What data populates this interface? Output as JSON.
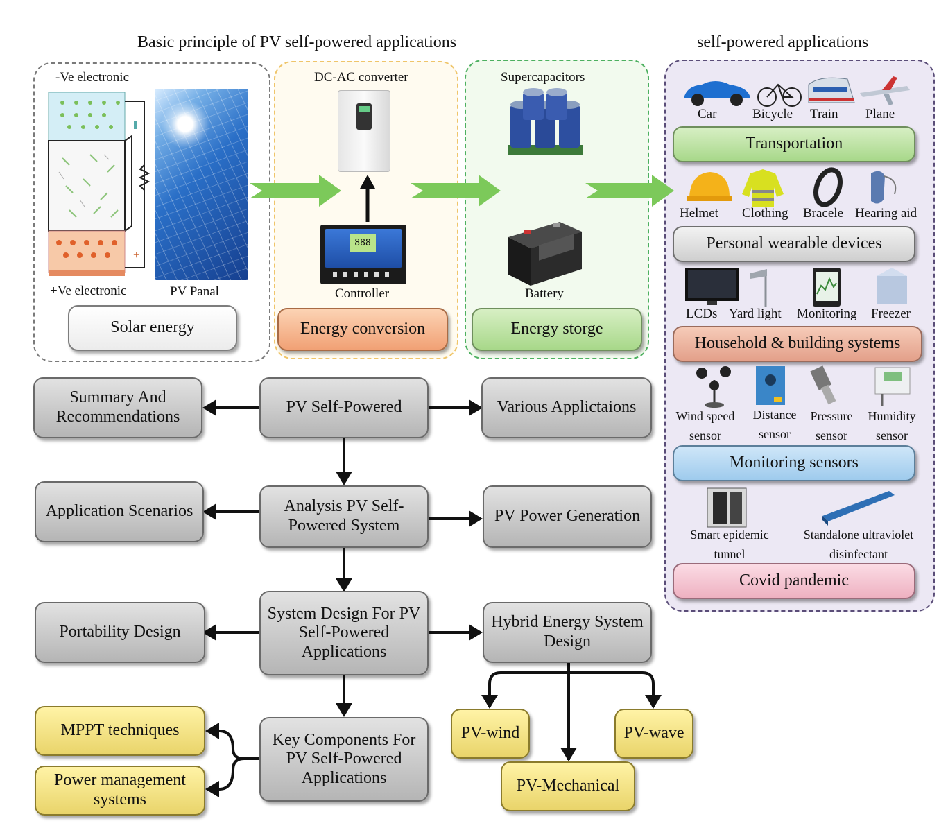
{
  "titles": {
    "left": "Basic principle of PV self-powered applications",
    "right": "self-powered applications"
  },
  "principle": {
    "neg_electronic": "-Ve electronic",
    "pos_electronic": "+Ve electronic",
    "pv_panal": "PV Panal",
    "solar_energy": "Solar energy",
    "dcac": "DC-AC converter",
    "controller": "Controller",
    "energy_conversion": "Energy conversion",
    "supercaps": "Supercapacitors",
    "battery": "Battery",
    "energy_storage": "Energy storge",
    "controller_display": "888"
  },
  "applications": {
    "transport_items": [
      "Car",
      "Bicycle",
      "Train",
      "Plane"
    ],
    "transportation": "Transportation",
    "wearable_items": [
      "Helmet",
      "Clothing",
      "Bracele",
      "Hearing aid"
    ],
    "wearable": "Personal wearable devices",
    "household_items": [
      "LCDs",
      "Yard light",
      "Monitoring",
      "Freezer"
    ],
    "household": "Household & building systems",
    "sensor_items": [
      "Wind speed sensor",
      "Distance sensor",
      "Pressure sensor",
      "Humidity sensor"
    ],
    "monitoring": "Monitoring sensors",
    "covid_items": [
      "Smart epidemic tunnel",
      "Standalone ultraviolet disinfectant"
    ],
    "covid": "Covid pandemic"
  },
  "flow": {
    "summary": "Summary And Recommendations",
    "pv_self": "PV Self-Powered",
    "various": "Various Applictaions",
    "app_scen": "Application Scenarios",
    "analysis": "Analysis PV Self-Powered System",
    "pv_power": "PV Power Generation",
    "portability": "Portability Design",
    "system_design": "System Design For PV Self-Powered Applications",
    "hybrid": "Hybrid Energy System Design",
    "mppt": "MPPT techniques",
    "pms": "Power management systems",
    "key_comp": "Key Components For PV Self-Powered Applications",
    "pv_wind": "PV-wind",
    "pv_wave": "PV-wave",
    "pv_mech": "PV-Mechanical"
  },
  "colors": {
    "gray_box": "#c8c8c8",
    "yellow_box": "#f3e38a",
    "green_arrow": "#7cc95a",
    "panel_bg": "#ece8f4"
  }
}
